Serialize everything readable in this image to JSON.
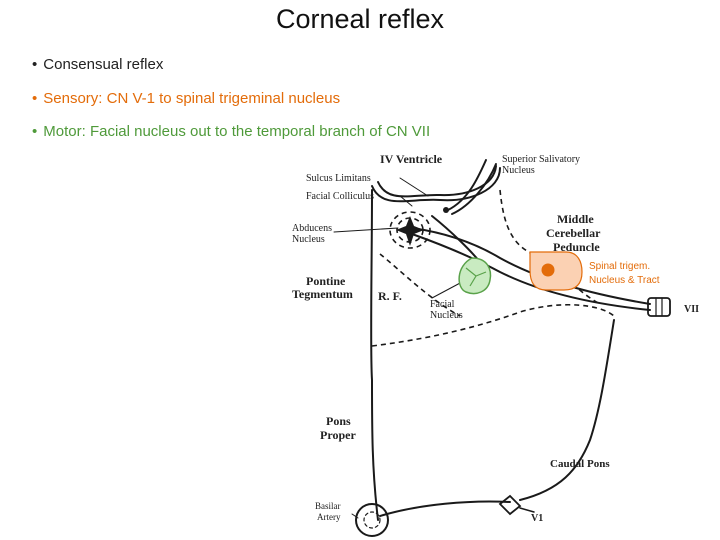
{
  "slide": {
    "title": "Corneal reflex",
    "bullet_glyph": "•",
    "bullets": [
      {
        "text": "Consensual reflex",
        "color": "#222222"
      },
      {
        "text": "Sensory: CN V-1 to spinal trigeminal nucleus",
        "color": "#e36c0a"
      },
      {
        "text": "Motor: Facial nucleus out to the temporal branch of CN VII",
        "color": "#4f9a3a"
      }
    ]
  },
  "diagram": {
    "labels": {
      "iv_ventricle": "IV Ventricle",
      "superior_salivatory_1": "Superior Salivatory",
      "superior_salivatory_2": "Nucleus",
      "sulcus_limitans": "Sulcus Limitans",
      "facial_colliculus": "Facial Colliculus",
      "abducens_1": "Abducens",
      "abducens_2": "Nucleus",
      "middle_1": "Middle",
      "middle_2": "Cerebellar",
      "middle_3": "Peduncle",
      "pontine_1": "Pontine",
      "pontine_2": "Tegmentum",
      "rf": "R. F.",
      "facial_nucleus_1": "Facial",
      "facial_nucleus_2": "Nucleus",
      "vii": "VII",
      "pons_1": "Pons",
      "pons_2": "Proper",
      "caudal_pons": "Caudal Pons",
      "basilar_1": "Basilar",
      "basilar_2": "Artery",
      "v1": "V1"
    },
    "highlights": {
      "spinal_trigem_1": "Spinal trigem.",
      "spinal_trigem_2": "Nucleus & Tract"
    },
    "colors": {
      "sensory": "#e36c0a",
      "sensory_fill": "#fbd1b3",
      "motor_fill": "#c9ebc1",
      "motor_stroke": "#5aa24a",
      "ink": "#1a1a1a"
    }
  }
}
